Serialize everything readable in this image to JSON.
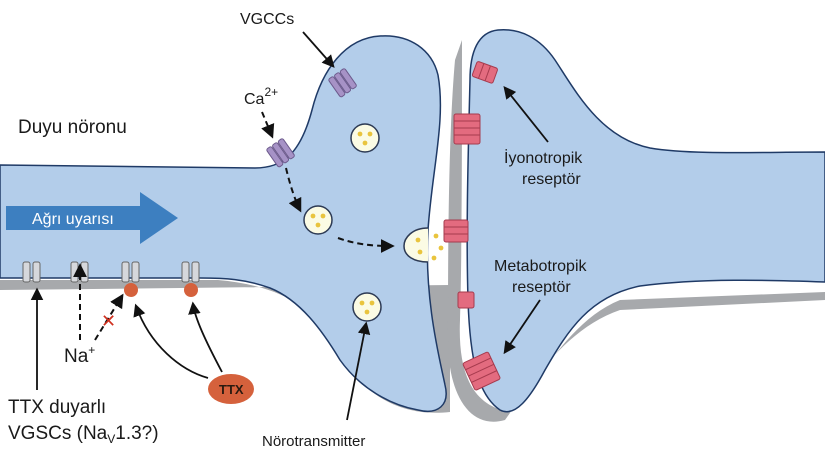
{
  "labels": {
    "sensory_neuron": "Duyu nöronu",
    "pain_stimulus": "Ağrı uyarısı",
    "vgccs": "VGCCs",
    "calcium": "Ca",
    "calcium_charge": "2+",
    "sodium": "Na",
    "sodium_charge": "+",
    "ttx": "TTX",
    "ttx_sensitive_line1": "TTX duyarlı",
    "ttx_sensitive_line2_a": "VGSCs (Na",
    "ttx_sensitive_line2_sub": "V",
    "ttx_sensitive_line2_b": "1.3?)",
    "neurotransmitter": "Nörotransmitter",
    "ionotropic_line1": "İyonotropik",
    "ionotropic_line2": "reseptör",
    "metabotropic_line1": "Metabotropik",
    "metabotropic_line2": "reseptör"
  },
  "colors": {
    "membrane_fill": "#b3cdea",
    "membrane_outline": "#1f3a66",
    "shadow": "#a7a9ac",
    "arrow_blue": "#3d7fc0",
    "vgcc": "#a692c6",
    "vgsc": "#d6d8dc",
    "ttx": "#d5613c",
    "receptor": "#e36b7f",
    "vesicle_fill": "#fbfbe4",
    "vesicle_dot": "#e9c43d"
  }
}
